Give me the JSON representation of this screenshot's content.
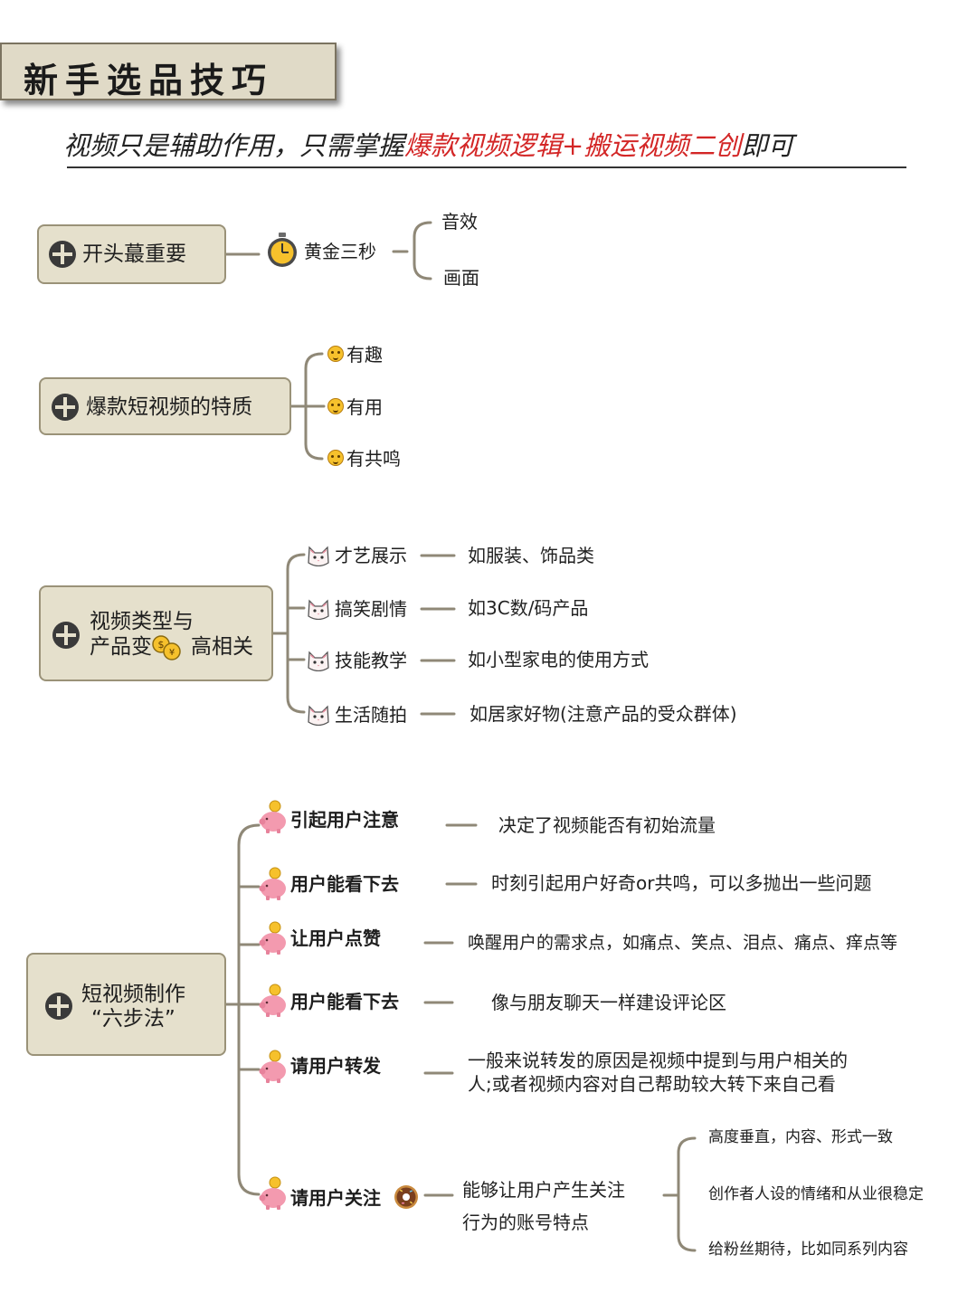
{
  "header": {
    "title": "新手选品技巧",
    "subtitle_before": "视频只是辅助作用，只需掌握",
    "subtitle_highlight": "爆款视频逻辑+搬运视频二创",
    "subtitle_after": "即可"
  },
  "section1": {
    "root": "开头蕞重要",
    "child": "黄金三秒",
    "leaves": [
      "音效",
      "画面"
    ]
  },
  "section2": {
    "root": "爆款短视频的特质",
    "items": [
      "有趣",
      "有用",
      "有共鸣"
    ]
  },
  "section3": {
    "root_line1": "视频类型与",
    "root_line2_a": "产品变",
    "root_line2_b": "高相关",
    "items": [
      {
        "label": "才艺展示",
        "desc": "如服装、饰品类"
      },
      {
        "label": "搞笑剧情",
        "desc": "如3C数/码产品"
      },
      {
        "label": "技能教学",
        "desc": "如小型家电的使用方式"
      },
      {
        "label": "生活随拍",
        "desc": "如居家好物(注意产品的受众群体)"
      }
    ]
  },
  "section4": {
    "root_line1": "短视频制作",
    "root_line2": "“六步法”",
    "steps": [
      {
        "label": "引起用户注意",
        "desc": "决定了视频能否有初始流量"
      },
      {
        "label": "用户能看下去",
        "desc": "时刻引起用户好奇or共鸣，可以多抛出一些问题"
      },
      {
        "label": "让用户点赞",
        "desc": "唤醒用户的需求点，如痛点、笑点、泪点、痛点、痒点等"
      },
      {
        "label": "用户能看下去",
        "desc": "像与朋友聊天一样建设评论区"
      },
      {
        "label": "请用户转发",
        "desc_line1": "一般来说转发的原因是视频中提到与用户相关的",
        "desc_line2": "人;或者视频内容对自己帮助较大转下来自己看"
      },
      {
        "label": "请用户关注",
        "desc_line1": "能够让用户产生关注",
        "desc_line2": "行为的账号特点",
        "subitems": [
          "高度垂直，内容、形式一致",
          "创作者人设的情绪和从业很稳定",
          "给粉丝期待，比如同系列内容"
        ]
      }
    ]
  },
  "colors": {
    "box_fill": "#e5e0cc",
    "box_border": "#9a9278",
    "connector": "#8f8877",
    "highlight": "#d32626"
  },
  "icons": {
    "root": "globe-icon",
    "timer": "stopwatch-icon",
    "trait": "smiley-icon",
    "type": "cat-face-icon",
    "step": "piggy-bank-icon",
    "follow": "donut-icon",
    "exchange": "coin-exchange-icon"
  }
}
